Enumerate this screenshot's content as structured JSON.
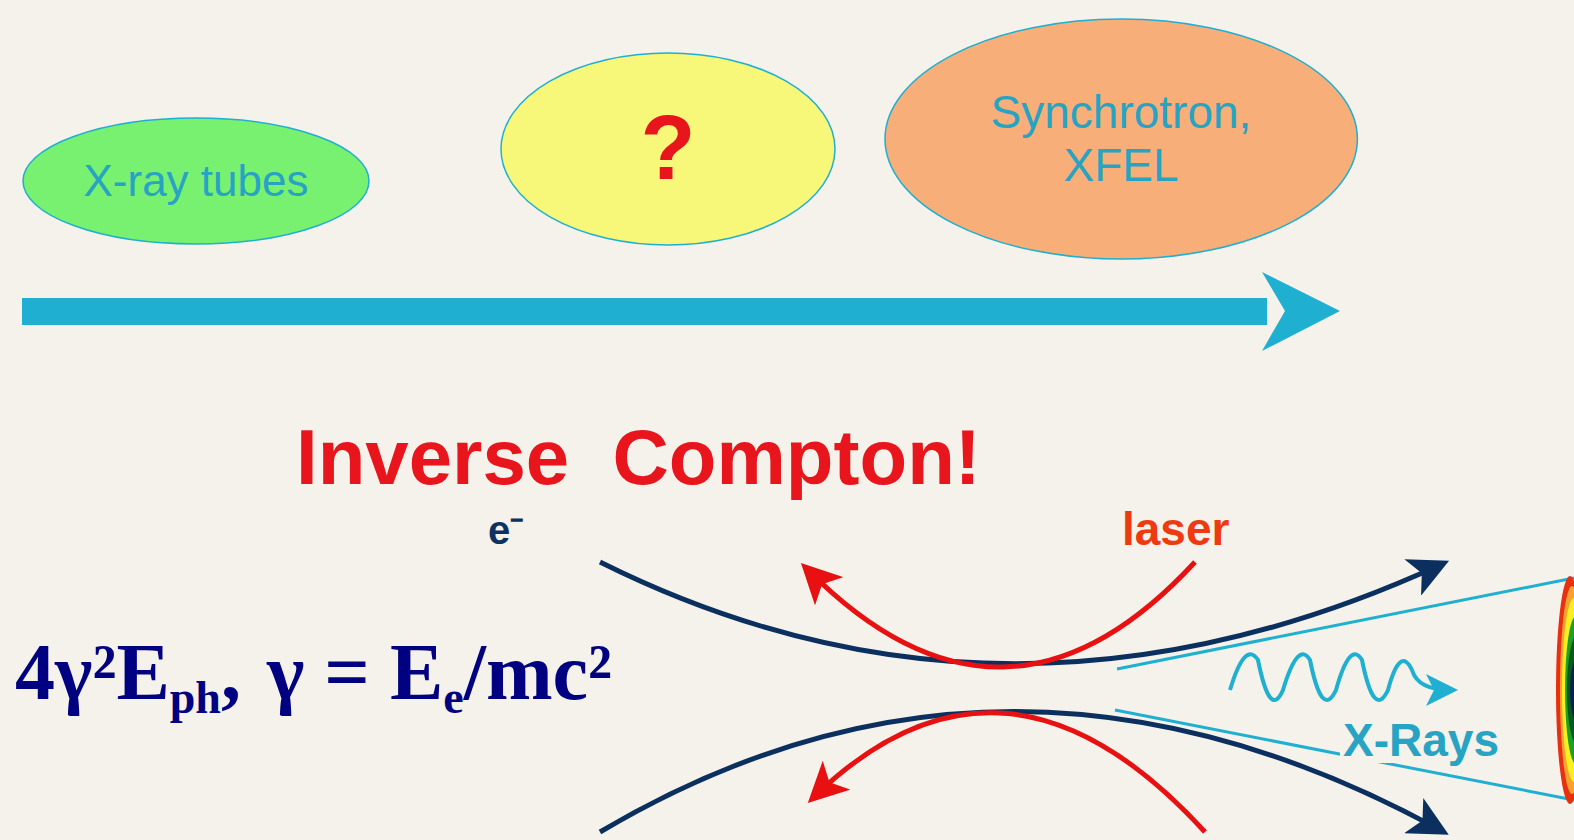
{
  "diagram": {
    "nodes": [
      {
        "text": [
          "X-ray tubes"
        ]
      },
      {
        "text": [
          "?"
        ]
      },
      {
        "text": [
          "Synchrotron, XFEL"
        ]
      }
    ],
    "labels": [
      "Inverse  Compton!",
      "e⁻",
      "laser",
      "4γ²E",
      "ph",
      ",",
      "γ = E",
      "e",
      "/mc²",
      "X-Rays"
    ]
  }
}
